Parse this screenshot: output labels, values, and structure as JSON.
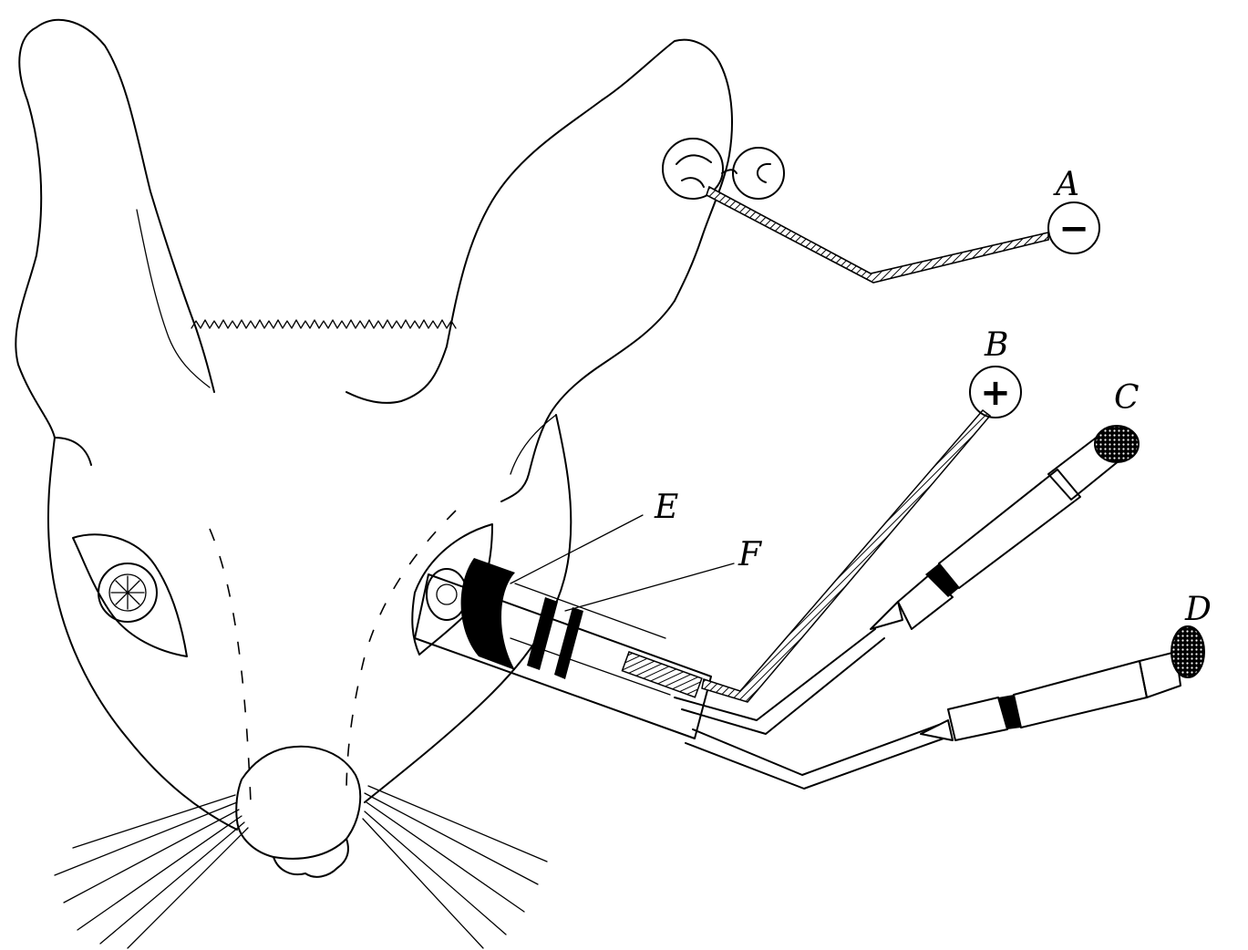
{
  "figure": {
    "labels": {
      "a": "A",
      "b": "B",
      "c": "C",
      "d": "D",
      "e": "E",
      "f": "F"
    },
    "terminal_signs": {
      "negative": "−",
      "positive": "+"
    }
  }
}
